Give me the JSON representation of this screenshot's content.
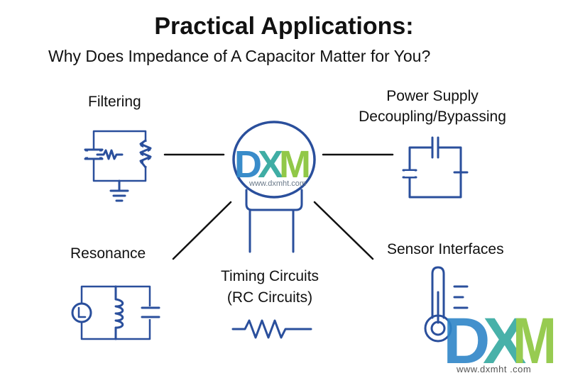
{
  "header": {
    "title": "Practical Applications:",
    "subtitle": "Why Does Impedance of A Capacitor Matter for You?"
  },
  "applications": {
    "filtering": "Filtering",
    "power_line1": "Power Supply",
    "power_line2": "Decoupling/Bypassing",
    "resonance": "Resonance",
    "timing_line1": "Timing Circuits",
    "timing_line2": "(RC Circuits)",
    "sensor": "Sensor Interfaces"
  },
  "watermark": {
    "logo": "DXM",
    "site_small": "www.dxmht.com",
    "site_large": "www.dxmht .com"
  },
  "colors": {
    "circuit_blue": "#2a4f9c",
    "logo_blue": "#2f86c8",
    "logo_green": "#8cc63f",
    "logo_teal": "#35a9a0"
  }
}
